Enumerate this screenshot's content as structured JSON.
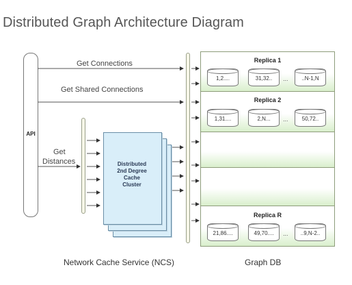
{
  "title": "Distributed Graph Architecture Diagram",
  "api_label": "API",
  "edges": {
    "get_connections": "Get Connections",
    "get_shared_connections": "Get Shared Connections",
    "get_distances_line1": "Get",
    "get_distances_line2": "Distances"
  },
  "cluster": {
    "line1": "Distributed",
    "line2": "2nd Degree",
    "line3": "Cache",
    "line4": "Cluster"
  },
  "ncs_label": "Network Cache Service (NCS)",
  "graphdb_label": "Graph DB",
  "replicas": [
    {
      "title": "Replica 1",
      "shards": [
        "1,2....",
        "31,32..",
        "..N-1,N"
      ],
      "ellipsis": "..."
    },
    {
      "title": "Replica 2",
      "shards": [
        "1,31....",
        "2,N...",
        "50,72.."
      ],
      "ellipsis": "..."
    },
    {
      "title": "Replica R",
      "shards": [
        "21,86....",
        "49,70....",
        "..9,N-2.."
      ],
      "ellipsis": "..."
    }
  ],
  "colors": {
    "cluster_fill": "#d9eef9",
    "replica_gradient": "#d9efcc",
    "line": "#555555"
  }
}
